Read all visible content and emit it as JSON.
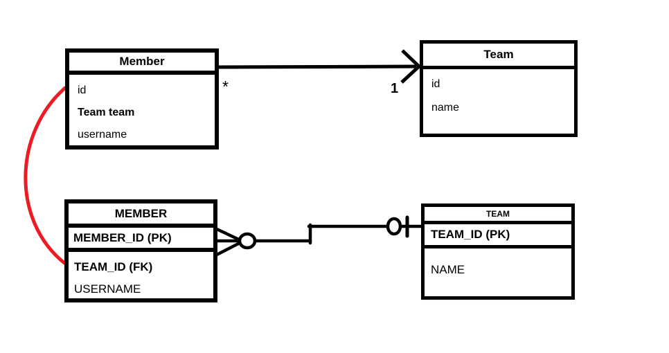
{
  "object_diagram": {
    "member_class": {
      "title": "Member",
      "fields": [
        "id",
        "Team team",
        "username"
      ]
    },
    "team_class": {
      "title": "Team",
      "fields": [
        "id",
        "name"
      ]
    },
    "association": {
      "source_multiplicity": "*",
      "target_multiplicity": "1"
    }
  },
  "relational_diagram": {
    "member_table": {
      "title": "MEMBER",
      "primary_key": "MEMBER_ID (PK)",
      "fields": [
        "TEAM_ID (FK)",
        "USERNAME"
      ]
    },
    "team_table": {
      "title": "TEAM",
      "primary_key": "TEAM_ID (PK)",
      "fields": [
        "NAME"
      ]
    }
  },
  "colors": {
    "line": "#000000",
    "highlight": "#ed1c24",
    "background": "#ffffff"
  }
}
